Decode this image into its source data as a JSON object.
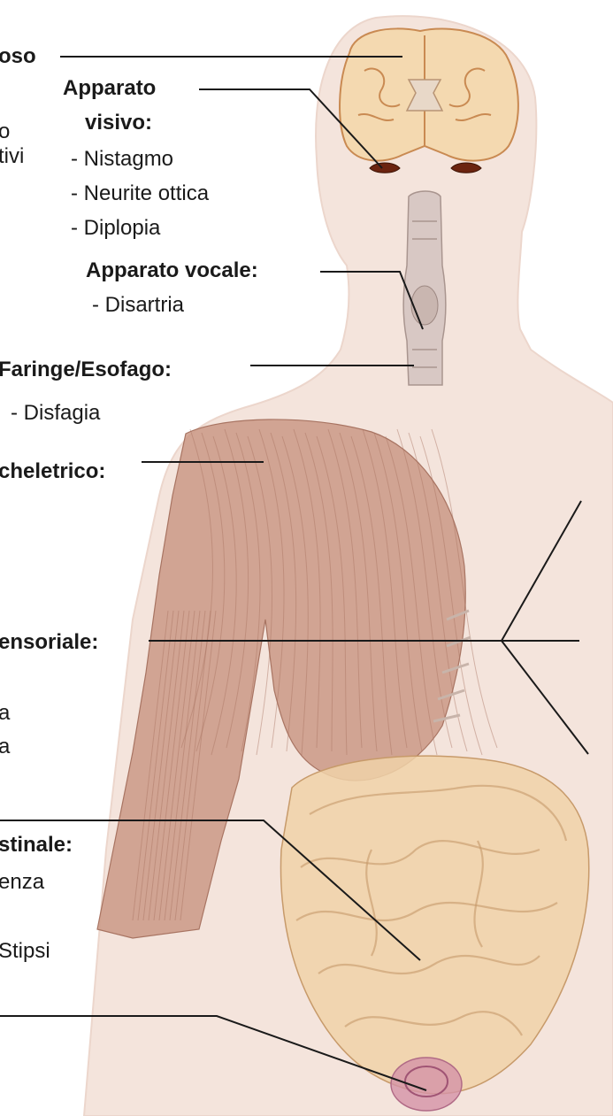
{
  "colors": {
    "skin": "#f4e4dc",
    "skin_edge": "#ecd6cc",
    "muscle": "#c99683",
    "muscle_line": "#a87462",
    "intestine": "#f0d2a8",
    "intestine_line": "#c79a6a",
    "brain": "#f4d9b0",
    "brain_line": "#c98a52",
    "eye": "#6b2410",
    "rectum": "#d592a8",
    "leader_line": "#1a1a1a"
  },
  "icons": [
    "brain-icon",
    "eye-icon",
    "larynx-icon",
    "muscle-icon",
    "intestine-icon",
    "rectum-icon"
  ],
  "labels": {
    "nervoso_head": "oso",
    "nervoso_line1": "o",
    "nervoso_line2": "tivi",
    "visivo_head_1": "Apparato",
    "visivo_head_2": "visivo:",
    "visivo_item1": "- Nistagmo",
    "visivo_item2": "- Neurite ottica",
    "visivo_item3": "- Diplopia",
    "vocale_head": "Apparato vocale:",
    "vocale_item1": "- Disartria",
    "faringe_head": "Faringe/Esofago:",
    "faringe_item1": "- Disfagia",
    "muscolo_head": "cheletrico:",
    "sensoriale_head": "ensoriale:",
    "sensoriale_line1": "a",
    "sensoriale_line2": "a",
    "gastro_head": "stinale:",
    "gastro_line1": "enza",
    "gastro_line2": "Stipsi"
  }
}
